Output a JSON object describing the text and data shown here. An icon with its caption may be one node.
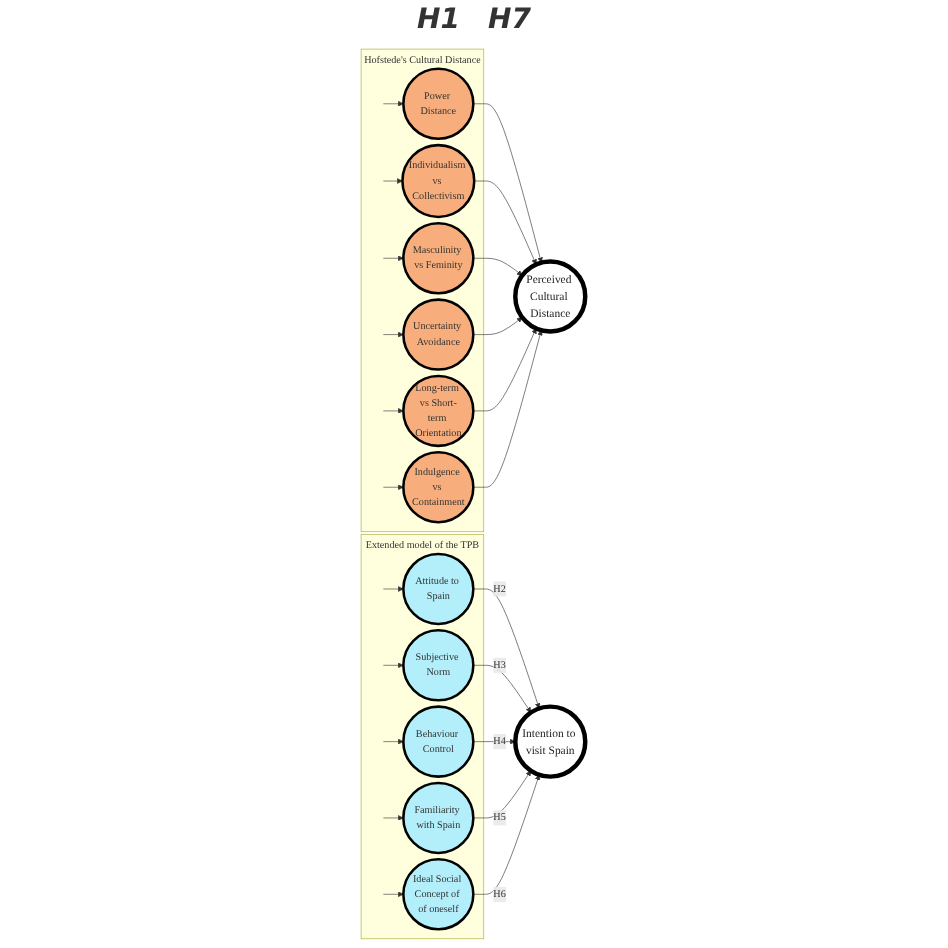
{
  "diagram": {
    "nodes": [
      {
        "text": [
          "Hofstede's Cultural Distance"
        ]
      },
      {
        "text": [
          "Power Distance"
        ],
        "in": 0
      },
      {
        "text": [
          "Individualism vs Collectivism"
        ],
        "in": 0
      },
      {
        "text": [
          "Masculinity vs Feminity"
        ],
        "in": 0
      },
      {
        "text": [
          "Uncertainty Avoidance"
        ],
        "in": 0
      },
      {
        "text": [
          "Long-term vs Short-term Orientation"
        ],
        "in": 0
      },
      {
        "text": [
          "Indulgence vs Containment"
        ],
        "in": 0
      },
      {
        "text": [
          "Perceived Cultural Distance"
        ]
      },
      {
        "text": [
          "Intention to visit Spain"
        ]
      },
      {
        "text": [
          "Extended model of the TPB"
        ]
      },
      {
        "text": [
          "Attitude to Spain"
        ],
        "in": 9
      },
      {
        "text": [
          "Subjective Norm"
        ],
        "in": 9
      },
      {
        "text": [
          "Behaviour Control"
        ],
        "in": 9
      },
      {
        "text": [
          "Familiarity with Spain"
        ],
        "in": 9
      },
      {
        "text": [
          "Ideal Social Concept of of oneself"
        ],
        "in": 9
      }
    ],
    "edges": [
      {
        "from": null,
        "to": 1,
        "arrow": "to"
      },
      {
        "from": null,
        "to": 2,
        "arrow": "to"
      },
      {
        "from": null,
        "to": 3,
        "arrow": "to"
      },
      {
        "from": null,
        "to": 4,
        "arrow": "to"
      },
      {
        "from": null,
        "to": 5,
        "arrow": "to"
      },
      {
        "from": null,
        "to": 6,
        "arrow": "to"
      },
      {
        "from": 1,
        "to": 7,
        "arrow": "to"
      },
      {
        "from": 2,
        "to": 7,
        "arrow": "to"
      },
      {
        "from": 3,
        "to": 7,
        "arrow": "to"
      },
      {
        "from": 4,
        "to": 7,
        "arrow": "to"
      },
      {
        "from": 5,
        "to": 7,
        "arrow": "to"
      },
      {
        "from": 6,
        "to": 7,
        "arrow": "to"
      },
      {
        "from": null,
        "to": 10,
        "arrow": "to"
      },
      {
        "from": null,
        "to": 11,
        "arrow": "to"
      },
      {
        "from": null,
        "to": 12,
        "arrow": "to"
      },
      {
        "from": null,
        "to": 13,
        "arrow": "to"
      },
      {
        "from": null,
        "to": 14,
        "arrow": "to"
      },
      {
        "from": 10,
        "to": 8,
        "arrow": "to",
        "label": "H2"
      },
      {
        "from": 11,
        "to": 8,
        "arrow": "to",
        "label": "H3"
      },
      {
        "from": 12,
        "to": 8,
        "arrow": "to",
        "label": "H4"
      },
      {
        "from": 13,
        "to": 8,
        "arrow": "to",
        "label": "H5"
      },
      {
        "from": 14,
        "to": 8,
        "arrow": "to",
        "label": "H6"
      }
    ],
    "labels": [
      "H1",
      "H7"
    ]
  }
}
